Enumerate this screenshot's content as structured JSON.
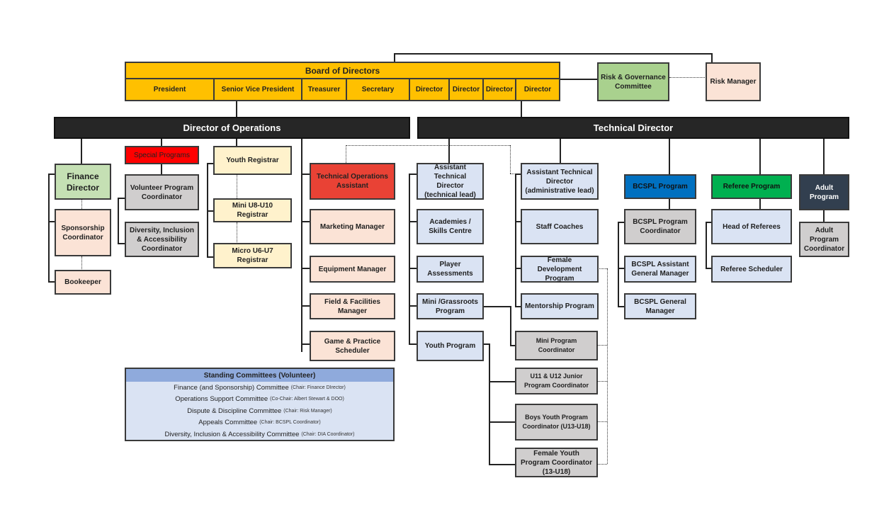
{
  "board": {
    "title": "Board of Directors",
    "members": [
      "President",
      "Senior Vice President",
      "Treasurer",
      "Secretary",
      "Director",
      "Director",
      "Director",
      "Director"
    ]
  },
  "governance": {
    "risk_committee": "Risk & Governance Committee",
    "risk_manager": "Risk Manager"
  },
  "operations": {
    "title": "Director of Operations",
    "finance": {
      "director": "Finance Director",
      "sponsorship": "Sponsorship Coordinator",
      "bookkeeper": "Bookeeper"
    },
    "special": {
      "title": "Special Programs",
      "volunteer": "Volunteer Program Coordinator",
      "dia": "Diversity, Inclusion & Accessibility Coordinator"
    },
    "registrar": {
      "youth": "Youth Registrar",
      "mini": "Mini U8-U10 Registrar",
      "micro": "Micro U6-U7 Registrar"
    },
    "staff": {
      "tech_ops": "Technical Operations Assistant",
      "marketing": "Marketing Manager",
      "equipment": "Equipment Manager",
      "field": "Field & Facilities Manager",
      "scheduler": "Game & Practice Scheduler"
    }
  },
  "technical": {
    "title": "Technical Director",
    "atd_technical": {
      "title": "Assistant Technical Director (technical lead)",
      "items": [
        "Academies / Skills Centre",
        "Player Assessments",
        "Mini /Grassroots Program",
        "Youth Program"
      ]
    },
    "atd_admin": {
      "title": "Assistant Technical Director (administrative lead)",
      "items": [
        "Staff Coaches",
        "Female Development Program",
        "Mentorship Program"
      ]
    },
    "coordinators": [
      "Mini Program Coordinator",
      "U11 & U12 Junior Program Coordinator",
      "Boys Youth Program Coordinator (U13-U18)",
      "Female Youth Program Coordinator  (13-U18)"
    ],
    "bcspl": {
      "title": "BCSPL Program",
      "items": [
        "BCSPL Program Coordinator",
        "BCSPL Assistant General Manager",
        "BCSPL General Manager"
      ]
    },
    "referee": {
      "title": "Referee Program",
      "items": [
        "Head of Referees",
        "Referee Scheduler"
      ]
    },
    "adult": {
      "title": "Adult Program",
      "items": [
        "Adult Program Coordinator"
      ]
    }
  },
  "committees": {
    "title": "Standing Committees (Volunteer)",
    "rows": [
      {
        "name": "Finance (and Sponsorship) Committee",
        "chair": "(Chair: Finance DIrector)"
      },
      {
        "name": "Operations Support Committee",
        "chair": "(Co-Chair: Albert Stewart & DOO)"
      },
      {
        "name": "Dispute & Discipline Committee",
        "chair": "(Chair: Risk Manager)"
      },
      {
        "name": "Appeals Committee",
        "chair": "(Chair: BCSPL Coordinator)"
      },
      {
        "name": "Diversity, Inclusion & Accessibility Committee",
        "chair": "(Chair: DIA Coordinator)"
      }
    ]
  }
}
